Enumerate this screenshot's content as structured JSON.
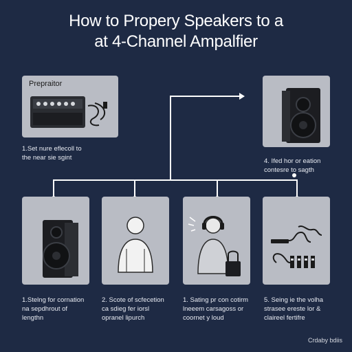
{
  "title": {
    "line1": "How to Propery Speakers to a",
    "line2": "at 4-Channel Ampalfier"
  },
  "panels": {
    "prep": {
      "label": "Prepraitor",
      "caption_line1": "1.Set nure eflecoll to",
      "caption_line2": "the near sie sgint"
    },
    "top_right": {
      "caption_line1": "4. Ifed hor or eation",
      "caption_line2": "contesre to sagth"
    },
    "bottom": [
      {
        "caption_line1": "1.Stelng for cornation",
        "caption_line2": "na sepdhrout of",
        "caption_line3": "lengthn"
      },
      {
        "caption_line1": "2. Scote of scfecetion",
        "caption_line2": "ca sdieg fer iorsl",
        "caption_line3": "opranel lipurch"
      },
      {
        "caption_line1": "1. Sating pr con cotirm",
        "caption_line2": "lneeem carsagoss or",
        "caption_line3": "coornet y loud"
      },
      {
        "caption_line1": "5. Seing ie the volha",
        "caption_line2": "strasee ereste lor &",
        "caption_line3": "claireel fertifre"
      }
    ]
  },
  "footer": {
    "text": "Crdaby bdiis"
  },
  "colors": {
    "background": "#1e2a44",
    "panel": "#b9bcc4",
    "connector": "#ffffff"
  }
}
